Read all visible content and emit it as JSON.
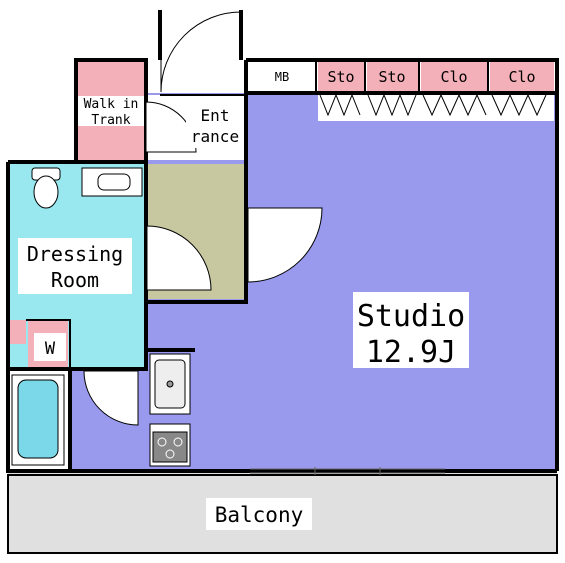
{
  "rooms": {
    "walk_in": {
      "line1": "Walk in",
      "line2": "Trank"
    },
    "entrance": {
      "line1": "Ent",
      "line2": "rance"
    },
    "mb": "MB",
    "storage": [
      "Sto",
      "Sto"
    ],
    "closets": [
      "Clo",
      "Clo"
    ],
    "dressing": {
      "line1": "Dressing",
      "line2": "Room"
    },
    "washer": "W",
    "studio": {
      "name": "Studio",
      "size": "12.9J"
    },
    "balcony": "Balcony"
  },
  "colors": {
    "studio_floor": "#9999ee",
    "dressing_floor": "#99e8f0",
    "pink_rooms": "#f4b0b8",
    "entrance_floor": "#c8c8a0",
    "balcony_floor": "#e0e0e0",
    "bathtub": "#7ad8e8"
  }
}
